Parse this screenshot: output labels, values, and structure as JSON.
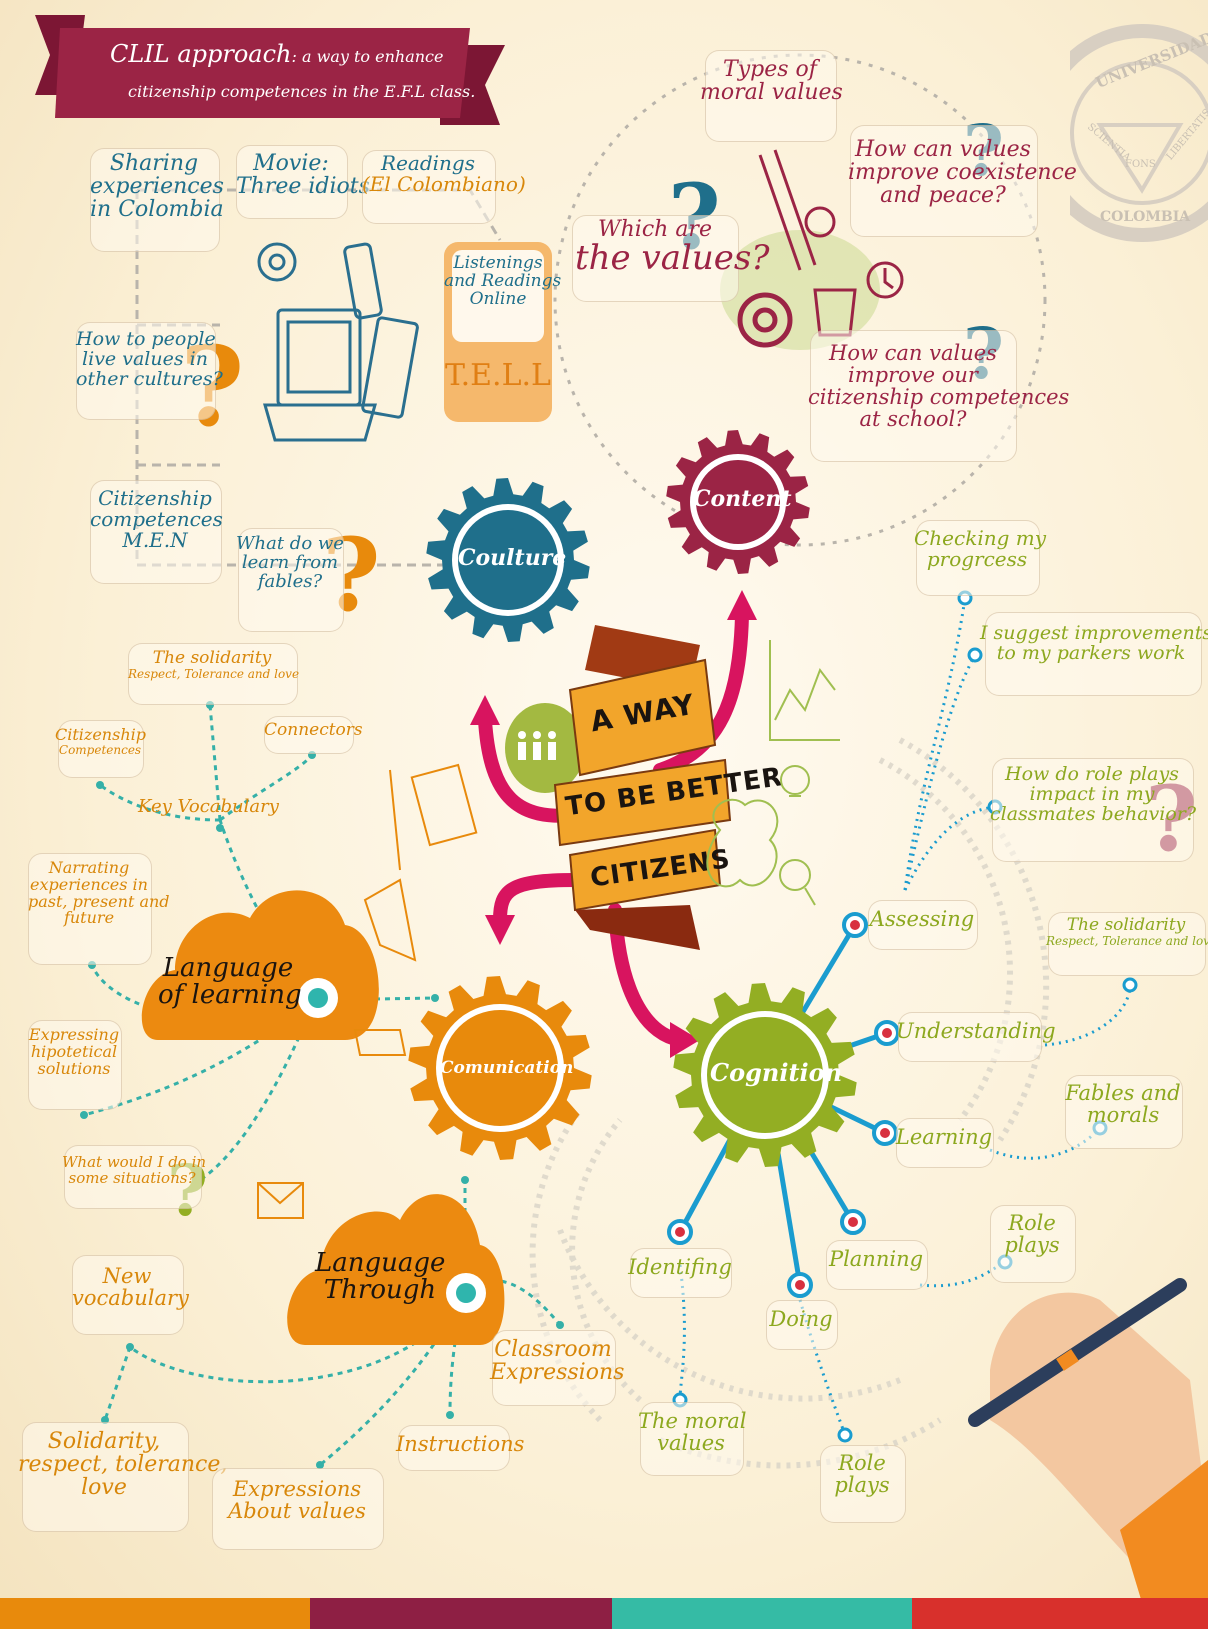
{
  "title": {
    "main": "CLIL approach",
    "rest": ": a way to enhance",
    "line2": "citizenship competences in the E.F.L class."
  },
  "seal": {
    "top": "UNIVERSIDAD LIBRE",
    "bottom": "COLOMBIA",
    "left": "SCIENTIA",
    "center": "FONS",
    "right": "LIBERTATIS"
  },
  "center_ribbon": {
    "line1": "A WAY",
    "line2": "TO BE BETTER",
    "line3": "CITIZENS"
  },
  "gears": {
    "culture": "Coulture",
    "content": "Content",
    "communication": "Comunication",
    "cognition": "Cognition"
  },
  "culture_nodes": {
    "sharing": [
      "Sharing",
      "experiences",
      "in Colombia"
    ],
    "movie": [
      "Movie:",
      "Three idiots"
    ],
    "readings": [
      "Readings",
      "(El Colombiano)"
    ],
    "live_values": [
      "How to people",
      "live values in",
      "other cultures?"
    ],
    "citizenship_men": [
      "Citizenship",
      "competences",
      "M.E.N"
    ],
    "fables": [
      "What do we",
      "learn from",
      "fables?"
    ],
    "tell_card": [
      "Listenings",
      "and Readings",
      "Online"
    ],
    "tell": "T.E.L.L"
  },
  "content_nodes": {
    "types": [
      "Types of",
      "moral values"
    ],
    "which": [
      "Which are",
      "the values?"
    ],
    "coexistence": [
      "How can values",
      "improve coexistence",
      "and peace?"
    ],
    "school": [
      "How can values",
      "improve our",
      "citizenship competences",
      "at school?"
    ]
  },
  "communication_nodes": {
    "solidarity": [
      "The solidarity",
      "Respect, Tolerance and love"
    ],
    "citizenship": [
      "Citizenship",
      "Competences"
    ],
    "connectors": "Connectors",
    "key_vocab": "Key Vocabulary",
    "narrating": [
      "Narrating",
      "experiences in",
      "past, present and",
      "future"
    ],
    "language_of": [
      "Language",
      "of learning"
    ],
    "expressing": [
      "Expressing",
      "hipotetical",
      "solutions"
    ],
    "what_would": [
      "What would I do in",
      "some situations?"
    ],
    "new_vocab": [
      "New",
      "vocabulary"
    ],
    "language_through": [
      "Language",
      "Through"
    ],
    "classroom": [
      "Classroom",
      "Expressions"
    ],
    "solidarity2": [
      "Solidarity,",
      "respect, tolerance,",
      "love"
    ],
    "instructions": "Instructions",
    "expressions_values": [
      "Expressions",
      "About values"
    ]
  },
  "cognition_nodes": {
    "checking": [
      "Checking my",
      "progrcess"
    ],
    "suggest": [
      "I suggest improvements",
      "to my parkers work"
    ],
    "role_impact": [
      "How do role plays",
      "impact in my",
      "classmates behavior?"
    ],
    "assessing": "Assessing",
    "solidarity": [
      "The solidarity",
      "Respect, Tolerance and love"
    ],
    "understanding": "Understanding",
    "fables": [
      "Fables and",
      "morals"
    ],
    "learning": "Learning",
    "role_plays_1": [
      "Role",
      "plays"
    ],
    "planning": "Planning",
    "identifying": "Identifing",
    "doing": "Doing",
    "moral_values": [
      "The moral",
      "values"
    ],
    "role_plays_2": [
      "Role",
      "plays"
    ]
  },
  "colors": {
    "teal": "#1f6f8b",
    "wine": "#9b2445",
    "orange": "#e88a0c",
    "green": "#93ae23",
    "magenta": "#d8145f",
    "dotted": "#1a9ccf"
  }
}
